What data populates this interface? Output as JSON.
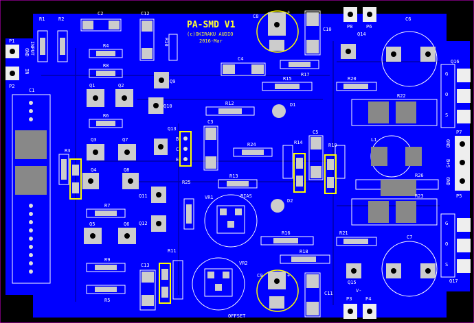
{
  "board": {
    "title": "PA-SMD V1",
    "credit": "(c)OKIRAKU AUDIO",
    "date": "2016-Mar",
    "input_label": "INPUT",
    "gnd": "GND",
    "in": "IN",
    "bias": "BIAS",
    "offset": "OFFSET",
    "vminus": "V-",
    "bass": "B+S",
    "plus": "+"
  },
  "refs": {
    "R1": "R1",
    "R2": "R2",
    "R3": "R3",
    "R4": "R4",
    "R5": "R5",
    "R6": "R6",
    "R7": "R7",
    "R8": "R8",
    "R9": "R9",
    "R10": "R10",
    "R11": "R11",
    "R12": "R12",
    "R13": "R13",
    "R14": "R14",
    "R15": "R15",
    "R16": "R16",
    "R17": "R17",
    "R18": "R18",
    "R19": "R19",
    "R20": "R20",
    "R21": "R21",
    "R22": "R22",
    "R23": "R23",
    "R24": "R24",
    "R25": "R25",
    "R26": "R26",
    "C1": "C1",
    "C2": "C2",
    "C3": "C3",
    "C4": "C4",
    "C5": "C5",
    "C6": "C6",
    "C7": "C7",
    "C8": "C8",
    "C9": "C9",
    "C10": "C10",
    "C11": "C11",
    "C12": "C12",
    "C13": "C13",
    "Q1": "Q1",
    "Q2": "Q2",
    "Q3": "Q3",
    "Q4": "Q4",
    "Q5": "Q5",
    "Q6": "Q6",
    "Q7": "Q7",
    "Q8": "Q8",
    "Q9": "Q9",
    "Q10": "Q10",
    "Q11": "Q11",
    "Q12": "Q12",
    "Q13": "Q13",
    "Q14": "Q14",
    "Q15": "Q15",
    "Q16": "Q16",
    "Q17": "Q17",
    "D1": "D1",
    "D2": "D2",
    "L1": "L1",
    "VR1": "VR1",
    "VR2": "VR2",
    "P1": "P1",
    "P2": "P2",
    "P3": "P3",
    "P4": "P4",
    "P5": "P5",
    "P6": "P6",
    "P7": "P7",
    "P8": "P8"
  },
  "pins": {
    "G": "G",
    "O": "O",
    "S": "S",
    "B": "B",
    "C": "C",
    "E": "E"
  }
}
